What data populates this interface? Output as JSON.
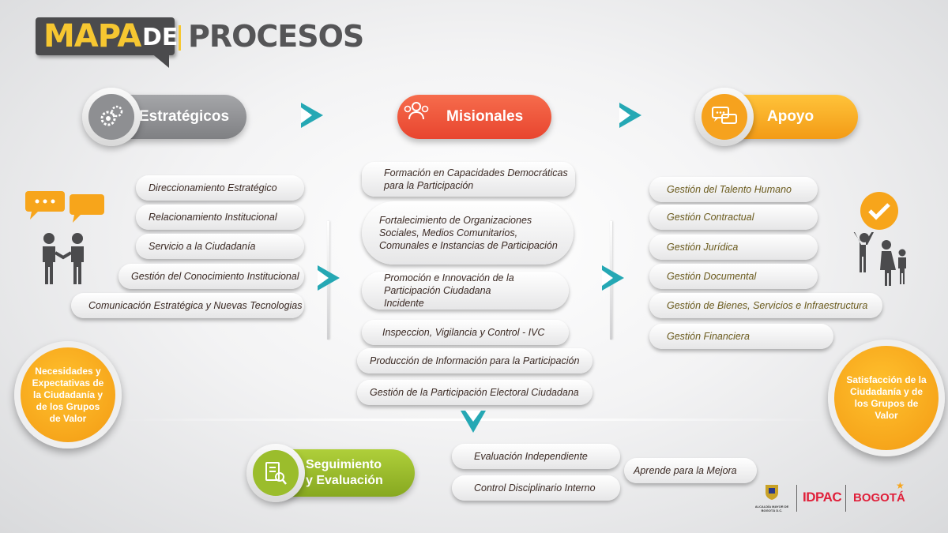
{
  "title": {
    "word1": "MAPA",
    "word2": "DE",
    "word3": "PROCESOS"
  },
  "headers": {
    "estrategicos": "Estratégicos",
    "misionales": "Misionales",
    "apoyo": "Apoyo",
    "seguimiento": "Seguimiento\ny Evaluación"
  },
  "estrategicos_items": [
    "Direccionamiento Estratégico",
    "Relacionamiento Institucional",
    "Servicio a la Ciudadanía",
    "Gestión del Conocimiento Institucional",
    "Comunicación Estratégica y Nuevas Tecnologias"
  ],
  "misionales_items": [
    "Formación en Capacidades Democráticas para la Participación",
    "Fortalecimiento de Organizaciones Sociales, Medios Comunitarios, Comunales e Instancias de Participación",
    "Promoción e Innovación de la Participación Ciudadana Incidente",
    "Inspeccion, Vigilancia y Control - IVC",
    "Producción de Información para la Participación",
    "Gestión de la Participación Electoral Ciudadana"
  ],
  "apoyo_items": [
    "Gestión del Talento Humano",
    "Gestión Contractual",
    "Gestión Jurídica",
    "Gestión Documental",
    "Gestión de Bienes, Servicios e Infraestructura",
    "Gestión Financiera"
  ],
  "seguimiento_items": [
    "Evaluación Independiente",
    "Control Disciplinario Interno",
    "Aprende para la Mejora"
  ],
  "left_circle": "Necesidades y Expectativas de la Ciudadanía y de los Grupos de Valor",
  "right_circle": "Satisfacción de la Ciudadanía y de los Grupos de Valor",
  "logos": {
    "alcaldia": "ALCALDÍA MAYOR DE BOGOTÁ D.C.",
    "idpac": "IDPAC",
    "bogota": "BOGOTÁ"
  },
  "colors": {
    "title_yellow": "#f6c731",
    "estrategicos": "#8e8f92",
    "misionales": "#f0533a",
    "apoyo": "#f6a21e",
    "seguimiento": "#9bbd2c",
    "arrow_teal": "#25a8b4",
    "circle_orange": "#f7a51b"
  },
  "icons": [
    "gears-icon",
    "people-group-icon",
    "chat-bubbles-icon",
    "checklist-search-icon",
    "speech-bubbles-icon",
    "handshake-people-icon",
    "checkmark-icon",
    "family-icon"
  ]
}
